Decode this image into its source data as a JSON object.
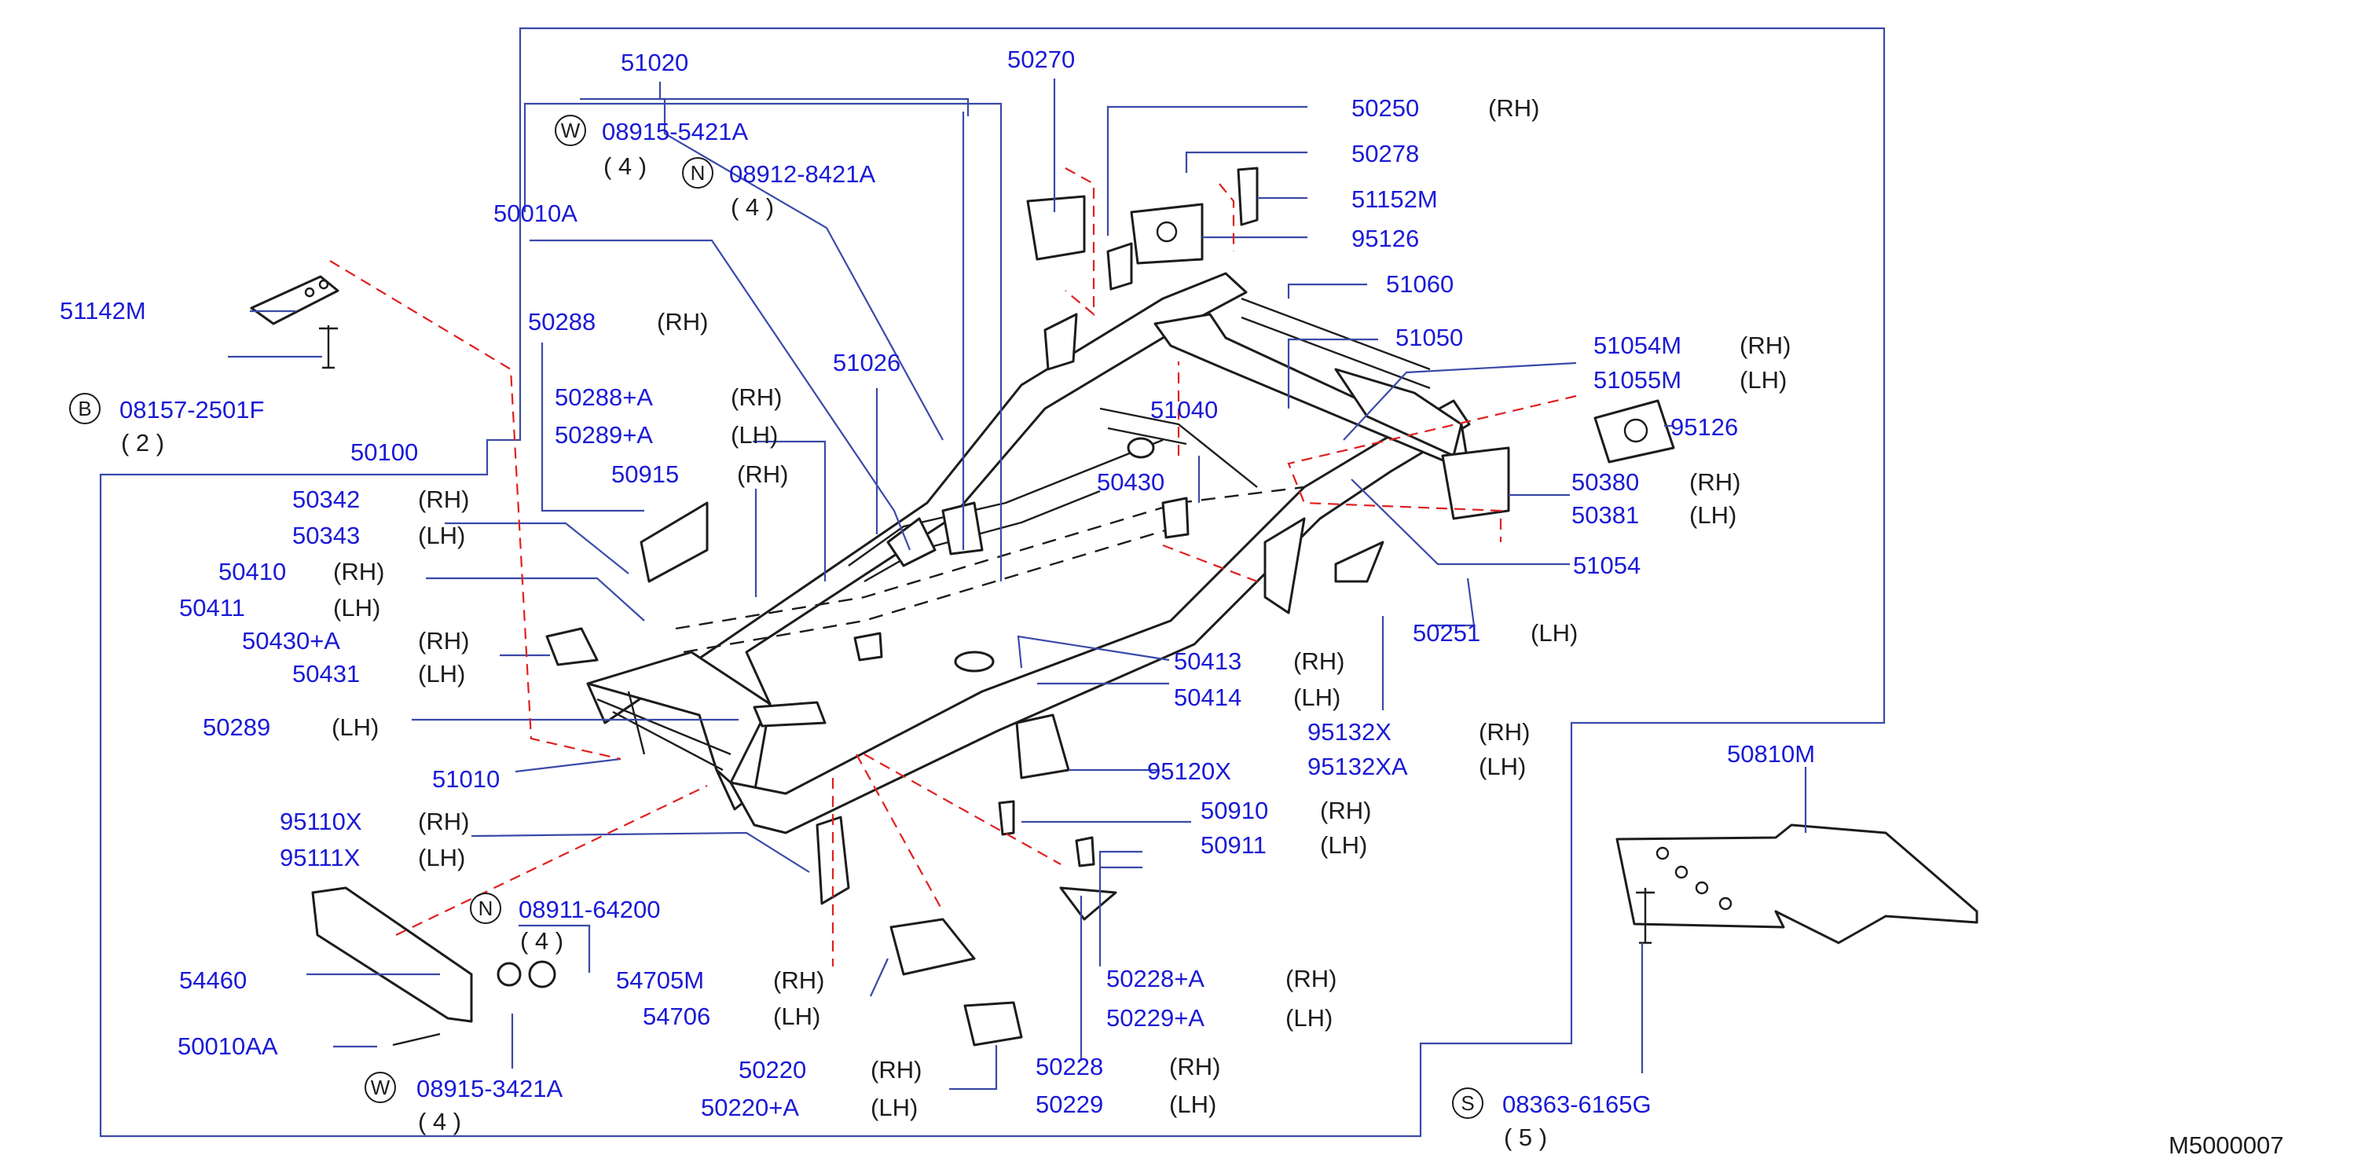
{
  "diagram_code": "M5000007",
  "callouts": [
    {
      "id": "51020",
      "part": "51020",
      "side": "",
      "qty": ""
    },
    {
      "id": "50270",
      "part": "50270",
      "side": "",
      "qty": ""
    },
    {
      "id": "50250",
      "part": "50250",
      "side": "(RH)",
      "qty": ""
    },
    {
      "id": "50278",
      "part": "50278",
      "side": "",
      "qty": ""
    },
    {
      "id": "51152M",
      "part": "51152M",
      "side": "",
      "qty": ""
    },
    {
      "id": "95126a",
      "part": "95126",
      "side": "",
      "qty": ""
    },
    {
      "id": "51060",
      "part": "51060",
      "side": "",
      "qty": ""
    },
    {
      "id": "51050",
      "part": "51050",
      "side": "",
      "qty": ""
    },
    {
      "id": "51054M",
      "part": "51054M",
      "side": "(RH)",
      "qty": ""
    },
    {
      "id": "51055M",
      "part": "51055M",
      "side": "(LH)",
      "qty": ""
    },
    {
      "id": "95126b",
      "part": "95126",
      "side": "",
      "qty": ""
    },
    {
      "id": "50380",
      "part": "50380",
      "side": "(RH)",
      "qty": ""
    },
    {
      "id": "50381",
      "part": "50381",
      "side": "(LH)",
      "qty": ""
    },
    {
      "id": "51054",
      "part": "51054",
      "side": "",
      "qty": ""
    },
    {
      "id": "08915-5421A",
      "part": "08915-5421A",
      "side": "",
      "qty": "( 4 )",
      "badge": "W"
    },
    {
      "id": "08912-8421A",
      "part": "08912-8421A",
      "side": "",
      "qty": "( 4 )",
      "badge": "N"
    },
    {
      "id": "50010A",
      "part": "50010A",
      "side": "",
      "qty": ""
    },
    {
      "id": "51142M",
      "part": "51142M",
      "side": "",
      "qty": ""
    },
    {
      "id": "08157-2501F",
      "part": "08157-2501F",
      "side": "",
      "qty": "( 2 )",
      "badge": "B"
    },
    {
      "id": "50288",
      "part": "50288",
      "side": "(RH)",
      "qty": ""
    },
    {
      "id": "50288+A",
      "part": "50288+A",
      "side": "(RH)",
      "qty": ""
    },
    {
      "id": "50289+A",
      "part": "50289+A",
      "side": "(LH)",
      "qty": ""
    },
    {
      "id": "51026",
      "part": "51026",
      "side": "",
      "qty": ""
    },
    {
      "id": "51040",
      "part": "51040",
      "side": "",
      "qty": ""
    },
    {
      "id": "50100",
      "part": "50100",
      "side": "",
      "qty": ""
    },
    {
      "id": "50915",
      "part": "50915",
      "side": "(RH)",
      "qty": ""
    },
    {
      "id": "50430",
      "part": "50430",
      "side": "",
      "qty": ""
    },
    {
      "id": "50342",
      "part": "50342",
      "side": "(RH)",
      "qty": ""
    },
    {
      "id": "50343",
      "part": "50343",
      "side": "(LH)",
      "qty": ""
    },
    {
      "id": "50410",
      "part": "50410",
      "side": "(RH)",
      "qty": ""
    },
    {
      "id": "50411",
      "part": "50411",
      "side": "(LH)",
      "qty": ""
    },
    {
      "id": "50430+A",
      "part": "50430+A",
      "side": "(RH)",
      "qty": ""
    },
    {
      "id": "50431",
      "part": "50431",
      "side": "(LH)",
      "qty": ""
    },
    {
      "id": "50251",
      "part": "50251",
      "side": "(LH)",
      "qty": ""
    },
    {
      "id": "50413",
      "part": "50413",
      "side": "(RH)",
      "qty": ""
    },
    {
      "id": "50414",
      "part": "50414",
      "side": "(LH)",
      "qty": ""
    },
    {
      "id": "95132X",
      "part": "95132X",
      "side": "(RH)",
      "qty": ""
    },
    {
      "id": "95132XA",
      "part": "95132XA",
      "side": "(LH)",
      "qty": ""
    },
    {
      "id": "50289",
      "part": "50289",
      "side": "(LH)",
      "qty": ""
    },
    {
      "id": "51010",
      "part": "51010",
      "side": "",
      "qty": ""
    },
    {
      "id": "95120X",
      "part": "95120X",
      "side": "",
      "qty": ""
    },
    {
      "id": "50810M",
      "part": "50810M",
      "side": "",
      "qty": ""
    },
    {
      "id": "50910",
      "part": "50910",
      "side": "(RH)",
      "qty": ""
    },
    {
      "id": "50911",
      "part": "50911",
      "side": "(LH)",
      "qty": ""
    },
    {
      "id": "95110X",
      "part": "95110X",
      "side": "(RH)",
      "qty": ""
    },
    {
      "id": "95111X",
      "part": "95111X",
      "side": "(LH)",
      "qty": ""
    },
    {
      "id": "08911-64200",
      "part": "08911-64200",
      "side": "",
      "qty": "( 4 )",
      "badge": "N"
    },
    {
      "id": "54460",
      "part": "54460",
      "side": "",
      "qty": ""
    },
    {
      "id": "54705M",
      "part": "54705M",
      "side": "(RH)",
      "qty": ""
    },
    {
      "id": "54706",
      "part": "54706",
      "side": "(LH)",
      "qty": ""
    },
    {
      "id": "50228+A",
      "part": "50228+A",
      "side": "(RH)",
      "qty": ""
    },
    {
      "id": "50229+A",
      "part": "50229+A",
      "side": "(LH)",
      "qty": ""
    },
    {
      "id": "50010AA",
      "part": "50010AA",
      "side": "",
      "qty": ""
    },
    {
      "id": "50220",
      "part": "50220",
      "side": "(RH)",
      "qty": ""
    },
    {
      "id": "50220+A",
      "part": "50220+A",
      "side": "(LH)",
      "qty": ""
    },
    {
      "id": "50228",
      "part": "50228",
      "side": "(RH)",
      "qty": ""
    },
    {
      "id": "50229",
      "part": "50229",
      "side": "(LH)",
      "qty": ""
    },
    {
      "id": "08915-3421A",
      "part": "08915-3421A",
      "side": "",
      "qty": "( 4 )",
      "badge": "W"
    },
    {
      "id": "08363-6165G",
      "part": "08363-6165G",
      "side": "",
      "qty": "( 5 )",
      "badge": "S"
    }
  ]
}
